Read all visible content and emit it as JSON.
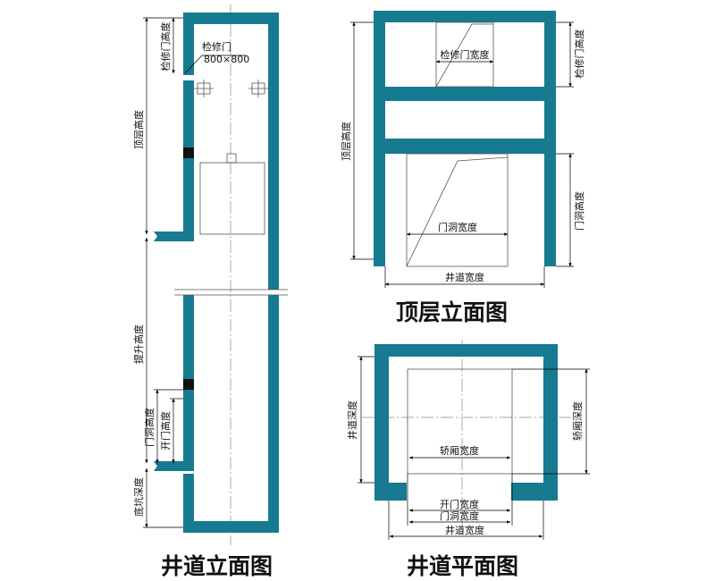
{
  "colors": {
    "wall": "#167a90",
    "line": "#555555",
    "text": "#111111"
  },
  "elevation": {
    "title": "井道立面图",
    "inspection_door_label": "检修门",
    "inspection_door_size": "800×800",
    "dim_inspection_door_height": "检修门高度",
    "dim_top_floor_height": "顶层高度",
    "dim_travel_height": "提升高度",
    "dim_opening_height": "门洞高度",
    "dim_door_height": "开门高度",
    "dim_pit_depth": "底坑深度"
  },
  "top_floor": {
    "title": "顶层立面图",
    "dim_inspection_door_width": "检修门宽度",
    "dim_inspection_door_height": "检修门高度",
    "dim_top_floor_height": "顶层高度",
    "dim_opening_width": "门洞宽度",
    "dim_opening_height": "门洞高度",
    "dim_shaft_width": "井道宽度"
  },
  "plan": {
    "title": "井道平面图",
    "dim_shaft_depth": "井道深度",
    "dim_car_depth": "轿厢深度",
    "dim_car_width": "轿厢宽度",
    "dim_door_width": "开门宽度",
    "dim_opening_width": "门洞宽度",
    "dim_shaft_width": "井道宽度"
  }
}
